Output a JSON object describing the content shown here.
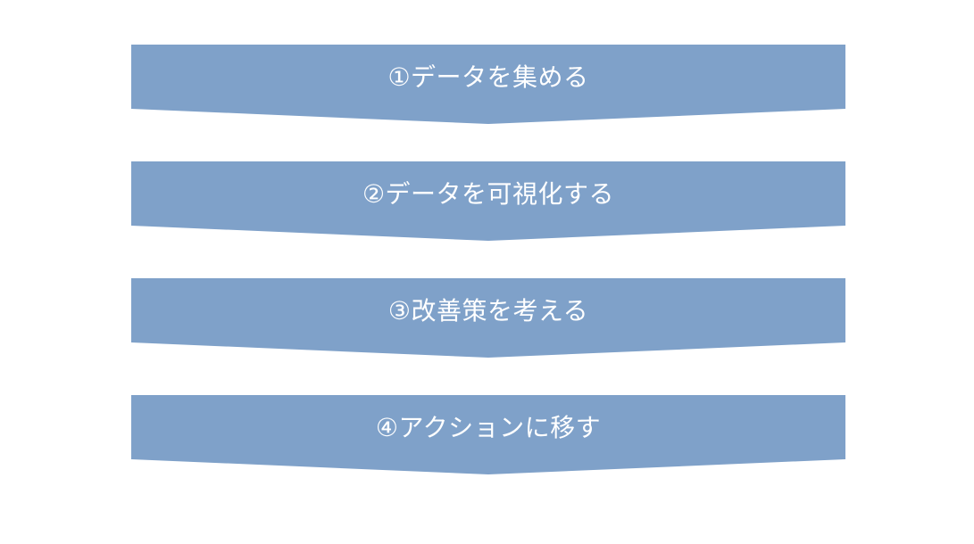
{
  "colors": {
    "step_fill": "#7fa1c9",
    "step_text": "#ffffff",
    "background": "#ffffff"
  },
  "steps": [
    {
      "label": "①データを集める"
    },
    {
      "label": "②データを可視化する"
    },
    {
      "label": "③改善策を考える"
    },
    {
      "label": "④アクションに移す"
    }
  ]
}
